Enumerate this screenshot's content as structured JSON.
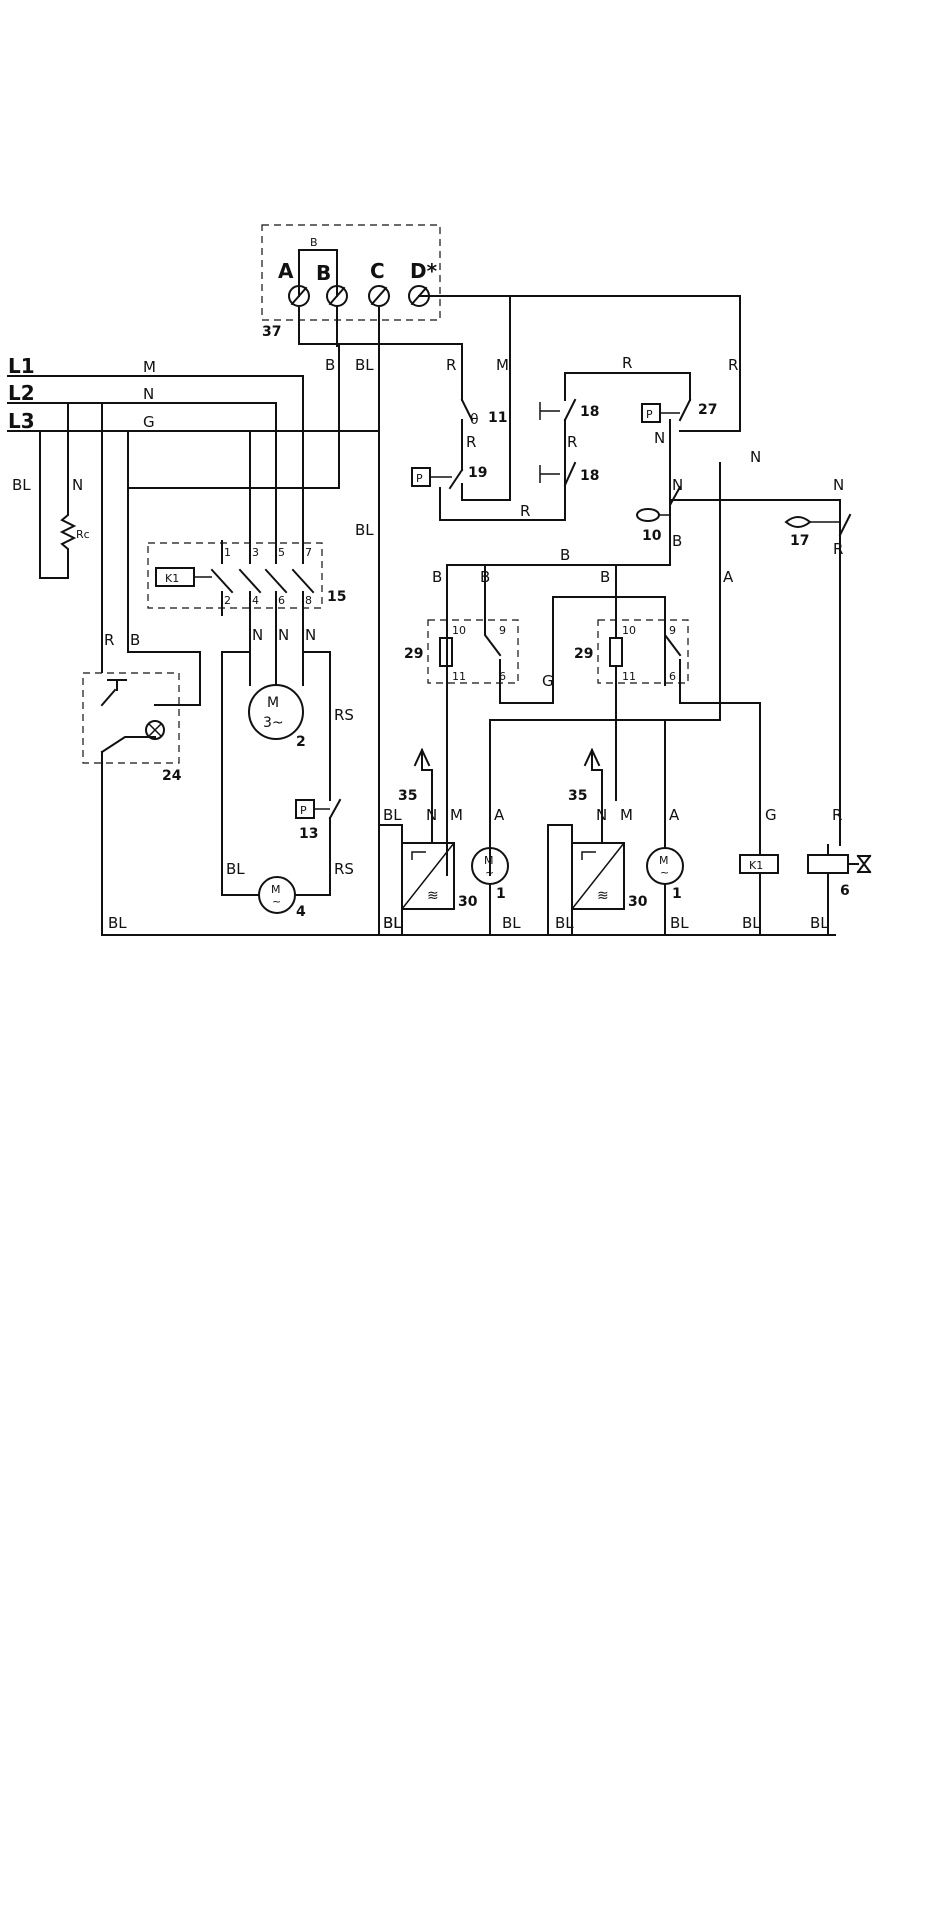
{
  "lines": [
    "L1",
    "L2",
    "L3"
  ],
  "terminals": [
    "A",
    "B",
    "C",
    "D*"
  ],
  "wire_labels": {
    "M": "M",
    "N": "N",
    "G": "G",
    "B": "B",
    "BL": "BL",
    "R": "R",
    "A": "A",
    "RS": "RS"
  },
  "components": {
    "c1": "1",
    "c2": "2",
    "c4": "4",
    "c6": "6",
    "c10": "10",
    "c11": "11",
    "c13": "13",
    "c15": "15",
    "c17": "17",
    "c18": "18",
    "c19": "19",
    "c24": "24",
    "c27": "27",
    "c29": "29",
    "c30": "30",
    "c35": "35",
    "c37": "37"
  },
  "symbols": {
    "relay": "K1",
    "pressure": "P",
    "motor": "M",
    "three_phase": "3~",
    "ac": "~",
    "resistor": "Rc",
    "theta": "θ",
    "heater": "≋"
  },
  "pins": {
    "contactor": [
      "1",
      "3",
      "5",
      "7",
      "2",
      "4",
      "6",
      "8"
    ],
    "timer": [
      "10",
      "9",
      "11",
      "6"
    ]
  }
}
